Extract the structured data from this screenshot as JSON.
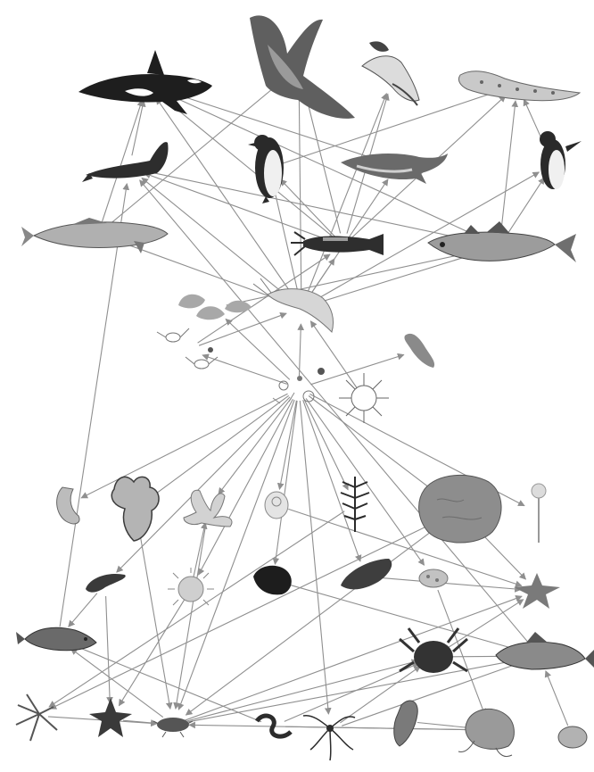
{
  "diagram": {
    "kind": "Antarctic marine food web",
    "colors": {
      "arrow": "#8f8f8f",
      "dark": "#2a2a2a",
      "mid": "#6f6f6f",
      "light": "#b9b9b9",
      "paper": "#ffffff"
    },
    "organisms": [
      {
        "id": "orca",
        "icon": "killer-whale-icon"
      },
      {
        "id": "petrel",
        "icon": "giant-petrel-icon"
      },
      {
        "id": "albatross",
        "icon": "albatross-icon"
      },
      {
        "id": "leopard-seal",
        "icon": "leopard-seal-icon"
      },
      {
        "id": "seal",
        "icon": "weddell-seal-icon"
      },
      {
        "id": "emperor-penguin",
        "icon": "emperor-penguin-icon"
      },
      {
        "id": "minke-whale",
        "icon": "minke-whale-icon"
      },
      {
        "id": "adelie-penguin",
        "icon": "adelie-penguin-icon"
      },
      {
        "id": "toothfish",
        "icon": "toothfish-icon"
      },
      {
        "id": "squid",
        "icon": "squid-icon"
      },
      {
        "id": "icefish",
        "icon": "icefish-icon"
      },
      {
        "id": "amphipods",
        "icon": "amphipod-icon"
      },
      {
        "id": "krill",
        "icon": "krill-icon"
      },
      {
        "id": "zooplankton",
        "icon": "zooplankton-icon"
      },
      {
        "id": "salp",
        "icon": "salp-icon"
      },
      {
        "id": "phytoplankton",
        "icon": "phytoplankton-icon"
      },
      {
        "id": "diatom",
        "icon": "diatom-icon"
      },
      {
        "id": "nemertean",
        "icon": "nemertean-worm-icon"
      },
      {
        "id": "bryozoan",
        "icon": "bryozoan-icon"
      },
      {
        "id": "crinoid",
        "icon": "crinoid-icon"
      },
      {
        "id": "ascidian",
        "icon": "ascidian-icon"
      },
      {
        "id": "hydroid",
        "icon": "hydroid-icon"
      },
      {
        "id": "sponge",
        "icon": "sponge-icon"
      },
      {
        "id": "stalked-sponge",
        "icon": "stalked-sponge-icon"
      },
      {
        "id": "polychaete",
        "icon": "polychaete-icon"
      },
      {
        "id": "anemone",
        "icon": "sea-anemone-icon"
      },
      {
        "id": "urchin",
        "icon": "sea-urchin-icon"
      },
      {
        "id": "sea-cucumber",
        "icon": "sea-cucumber-icon"
      },
      {
        "id": "limpet",
        "icon": "limpet-icon"
      },
      {
        "id": "starfish-right",
        "icon": "starfish-icon"
      },
      {
        "id": "notothen-left",
        "icon": "notothen-fish-icon"
      },
      {
        "id": "crab",
        "icon": "crab-icon"
      },
      {
        "id": "notothen-right",
        "icon": "notothen-fish-icon"
      },
      {
        "id": "sea-spider",
        "icon": "sea-spider-icon"
      },
      {
        "id": "starfish-bottom",
        "icon": "starfish-icon"
      },
      {
        "id": "isopod",
        "icon": "isopod-icon"
      },
      {
        "id": "worm",
        "icon": "worm-icon"
      },
      {
        "id": "brittle-star",
        "icon": "brittle-star-icon"
      },
      {
        "id": "gastropod",
        "icon": "gastropod-icon"
      },
      {
        "id": "octopus",
        "icon": "octopus-icon"
      },
      {
        "id": "small-octopus",
        "icon": "octopus-icon"
      }
    ],
    "links": [
      [
        "krill",
        "orca"
      ],
      [
        "krill",
        "petrel"
      ],
      [
        "krill",
        "albatross"
      ],
      [
        "krill",
        "seal"
      ],
      [
        "krill",
        "emperor-penguin"
      ],
      [
        "krill",
        "minke-whale"
      ],
      [
        "krill",
        "adelie-penguin"
      ],
      [
        "krill",
        "toothfish"
      ],
      [
        "krill",
        "squid"
      ],
      [
        "krill",
        "icefish"
      ],
      [
        "amphipods",
        "icefish"
      ],
      [
        "squid",
        "orca"
      ],
      [
        "squid",
        "seal"
      ],
      [
        "squid",
        "petrel"
      ],
      [
        "squid",
        "albatross"
      ],
      [
        "squid",
        "leopard-seal"
      ],
      [
        "squid",
        "emperor-penguin"
      ],
      [
        "icefish",
        "seal"
      ],
      [
        "icefish",
        "leopard-seal"
      ],
      [
        "icefish",
        "adelie-penguin"
      ],
      [
        "icefish",
        "orca"
      ],
      [
        "toothfish",
        "orca"
      ],
      [
        "toothfish",
        "petrel"
      ],
      [
        "emperor-penguin",
        "leopard-seal"
      ],
      [
        "adelie-penguin",
        "leopard-seal"
      ],
      [
        "seal",
        "orca"
      ],
      [
        "minke-whale",
        "orca"
      ],
      [
        "phytoplankton",
        "krill"
      ],
      [
        "phytoplankton",
        "zooplankton"
      ],
      [
        "phytoplankton",
        "salp"
      ],
      [
        "phytoplankton",
        "amphipods"
      ],
      [
        "zooplankton",
        "krill"
      ],
      [
        "zooplankton",
        "squid"
      ],
      [
        "diatom",
        "krill"
      ],
      [
        "phytoplankton",
        "crinoid"
      ],
      [
        "phytoplankton",
        "bryozoan"
      ],
      [
        "phytoplankton",
        "ascidian"
      ],
      [
        "phytoplankton",
        "hydroid"
      ],
      [
        "phytoplankton",
        "sponge"
      ],
      [
        "phytoplankton",
        "stalked-sponge"
      ],
      [
        "phytoplankton",
        "nemertean"
      ],
      [
        "phytoplankton",
        "anemone"
      ],
      [
        "phytoplankton",
        "sea-cucumber"
      ],
      [
        "phytoplankton",
        "limpet"
      ],
      [
        "phytoplankton",
        "urchin"
      ],
      [
        "phytoplankton",
        "polychaete"
      ],
      [
        "phytoplankton",
        "brittle-star"
      ],
      [
        "phytoplankton",
        "isopod"
      ],
      [
        "bryozoan",
        "isopod"
      ],
      [
        "crinoid",
        "isopod"
      ],
      [
        "ascidian",
        "starfish-right"
      ],
      [
        "polychaete",
        "notothen-left"
      ],
      [
        "polychaete",
        "starfish-bottom"
      ],
      [
        "anemone",
        "starfish-bottom"
      ],
      [
        "sponge",
        "starfish-right"
      ],
      [
        "sponge",
        "sea-spider"
      ],
      [
        "sponge",
        "isopod"
      ],
      [
        "hydroid",
        "sea-spider"
      ],
      [
        "sea-cucumber",
        "starfish-right"
      ],
      [
        "urchin",
        "notothen-right"
      ],
      [
        "crab",
        "notothen-right"
      ],
      [
        "crab",
        "starfish-right"
      ],
      [
        "isopod",
        "notothen-left"
      ],
      [
        "isopod",
        "notothen-right"
      ],
      [
        "isopod",
        "crab"
      ],
      [
        "worm",
        "notothen-left"
      ],
      [
        "worm",
        "crab"
      ],
      [
        "brittle-star",
        "crab"
      ],
      [
        "brittle-star",
        "notothen-right"
      ],
      [
        "gastropod",
        "octopus"
      ],
      [
        "limpet",
        "octopus"
      ],
      [
        "worm",
        "octopus"
      ],
      [
        "notothen-left",
        "seal"
      ],
      [
        "notothen-right",
        "seal"
      ],
      [
        "sea-spider",
        "isopod"
      ],
      [
        "isopod",
        "starfish-right"
      ],
      [
        "anemone",
        "crinoid"
      ],
      [
        "octopus",
        "isopod"
      ],
      [
        "small-octopus",
        "notothen-right"
      ],
      [
        "starfish-bottom",
        "isopod"
      ]
    ]
  }
}
